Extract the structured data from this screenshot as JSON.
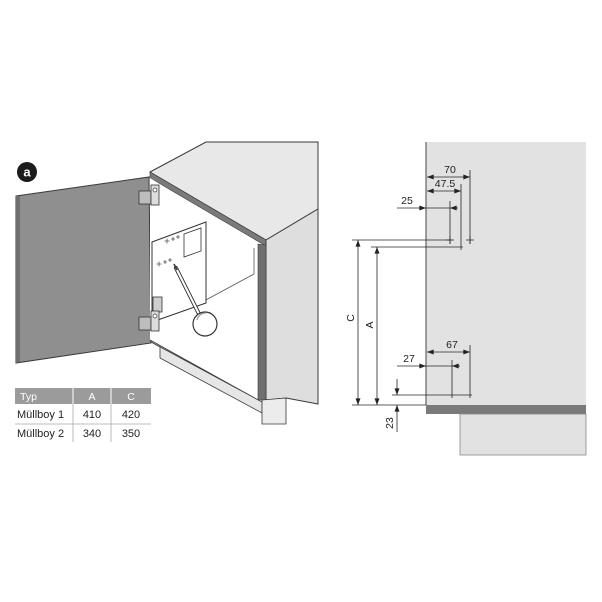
{
  "badge": "a",
  "table": {
    "headers": [
      "Typ",
      "A",
      "C"
    ],
    "rows": [
      [
        "Müllboy 1",
        "410",
        "420"
      ],
      [
        "Müllboy 2",
        "340",
        "350"
      ]
    ]
  },
  "dimensions": {
    "width_70": "70",
    "width_47_5": "47.5",
    "width_25": "25",
    "height_C": "C",
    "height_A": "A",
    "width_67": "67",
    "width_27": "27",
    "height_23": "23"
  },
  "colors": {
    "door": "#8f8f8f",
    "panel": "#e2e2e2",
    "shelf": "#7a7a7a",
    "table_header": "#9b9b9b",
    "badge": "#1c1c1c"
  }
}
